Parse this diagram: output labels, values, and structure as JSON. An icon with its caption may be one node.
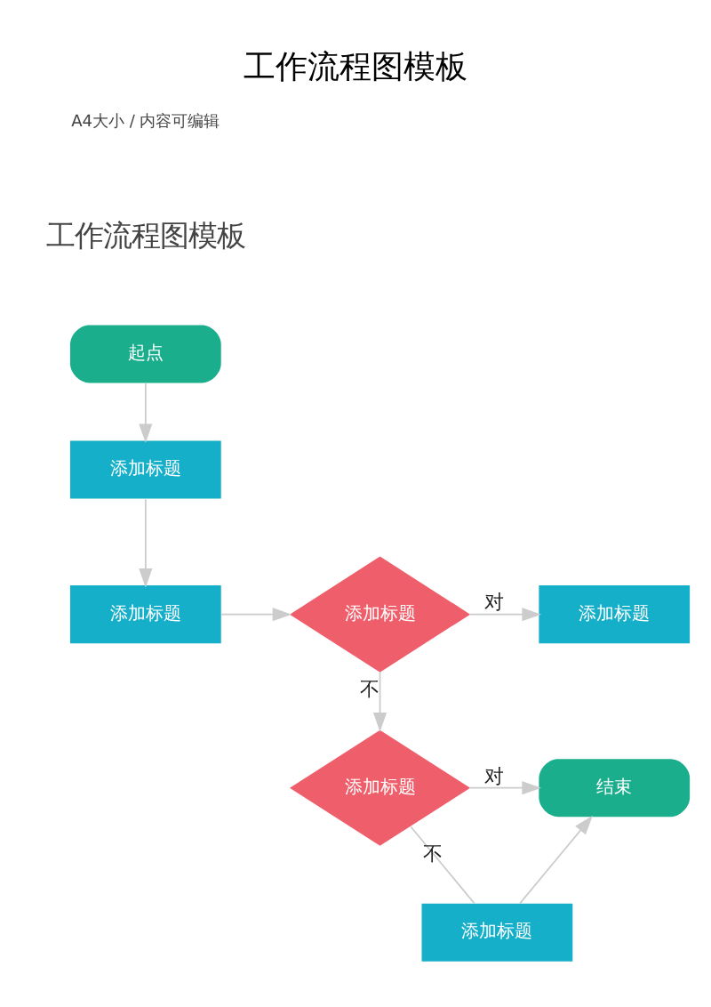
{
  "diagram": {
    "title": "工作流程图模板",
    "nodes": [
      {
        "text": [
          "起点"
        ]
      },
      {
        "text": [
          "添加标题"
        ]
      },
      {
        "text": [
          "添加标题"
        ]
      },
      {
        "text": [
          "添加标题"
        ]
      },
      {
        "text": [
          "添加标题"
        ]
      },
      {
        "text": [
          "添加标题"
        ]
      },
      {
        "text": [
          "结束"
        ]
      },
      {
        "text": [
          "添加标题"
        ]
      }
    ],
    "edges": [
      {
        "from": 0,
        "to": 1,
        "arrow": "to"
      },
      {
        "from": 1,
        "to": 2,
        "arrow": "to"
      },
      {
        "from": 2,
        "to": 3,
        "arrow": "to"
      },
      {
        "from": 3,
        "to": 4,
        "arrow": "to",
        "label": "对"
      },
      {
        "from": 3,
        "to": 5,
        "arrow": "to",
        "label": "不"
      },
      {
        "from": 5,
        "to": 6,
        "arrow": "to",
        "label": "对"
      },
      {
        "from": 5,
        "to": 7,
        "arrow": "none",
        "label": "不"
      },
      {
        "from": 7,
        "to": 6,
        "arrow": "to"
      }
    ],
    "labels": [
      "A4大小 / 内容可编辑",
      "工作流程图模板"
    ]
  }
}
